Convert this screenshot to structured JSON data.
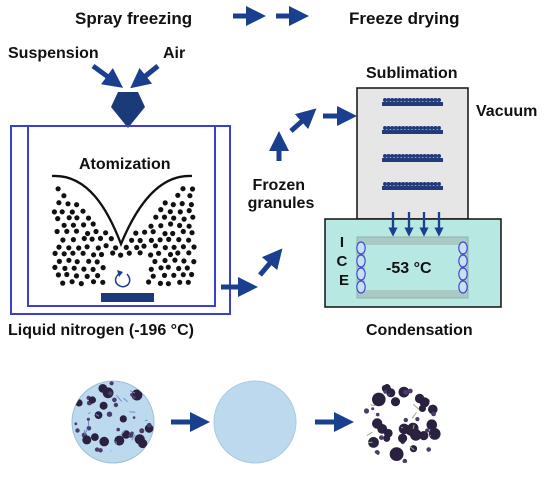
{
  "labels": {
    "spray_freezing": "Spray freezing",
    "freeze_drying": "Freeze drying",
    "suspension": "Suspension",
    "air": "Air",
    "atomization": "Atomization",
    "liquid_nitrogen": "Liquid nitrogen (-196 °C)",
    "frozen": "Frozen",
    "granules": "granules",
    "sublimation": "Sublimation",
    "vacuum": "Vacuum",
    "ice": [
      "I",
      "C",
      "E"
    ],
    "temperature": "-53 °C",
    "condensation": "Condensation"
  },
  "colors": {
    "arrow": "#1a3f8f",
    "tank_border": "#3a3fd0",
    "nozzle": "#1a3a78",
    "chamber_fill": "#e6e6e6",
    "condenser_fill": "#b7e8e2",
    "condenser_inner": "#a9c9c4",
    "coil_fill": "#c9dff5",
    "coil_stroke": "#3b4bd0",
    "shelf": "#223c7a",
    "particle": "#111111",
    "stage2_fill": "#bcd9ee",
    "stage_dark": "#2a2040",
    "stage_light": "#6a8fd0"
  },
  "icons": {
    "stir": "stir-arrow-icon",
    "flow": "right-arrow-icon"
  }
}
